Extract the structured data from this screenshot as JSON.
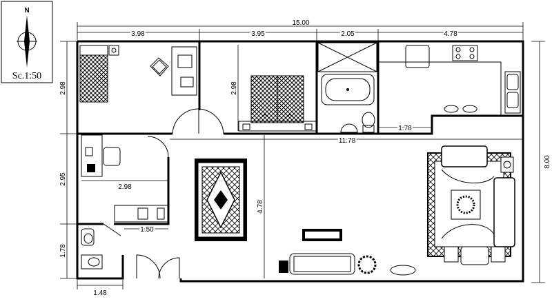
{
  "scale_label": "Sc.1:50",
  "compass_label": "N",
  "icons": [
    "north-arrow-icon",
    "bed-icon",
    "chair-icon",
    "desk-icon",
    "double-bed-icon",
    "bathtub-icon",
    "toilet-icon",
    "sink-icon",
    "stove-icon",
    "kitchen-sink-icon",
    "bar-stool-icon",
    "sofa-icon",
    "plant-icon",
    "rug-icon",
    "door-icon"
  ],
  "dimensions": {
    "total_width": "15.00",
    "seg1": "3.98",
    "seg2": "3.95",
    "seg3": "2.05",
    "seg4": "4.78",
    "total_height": "8.00",
    "left_top": "2.98",
    "left_mid": "2.95",
    "left_bottom": "1.78",
    "bottom_width": "1.48",
    "bedroom_height": "2.98",
    "study_width": "2.98",
    "study_sub": "1.50",
    "corridor": "11.78",
    "kitchen": "1.78",
    "living_height": "4.78"
  }
}
